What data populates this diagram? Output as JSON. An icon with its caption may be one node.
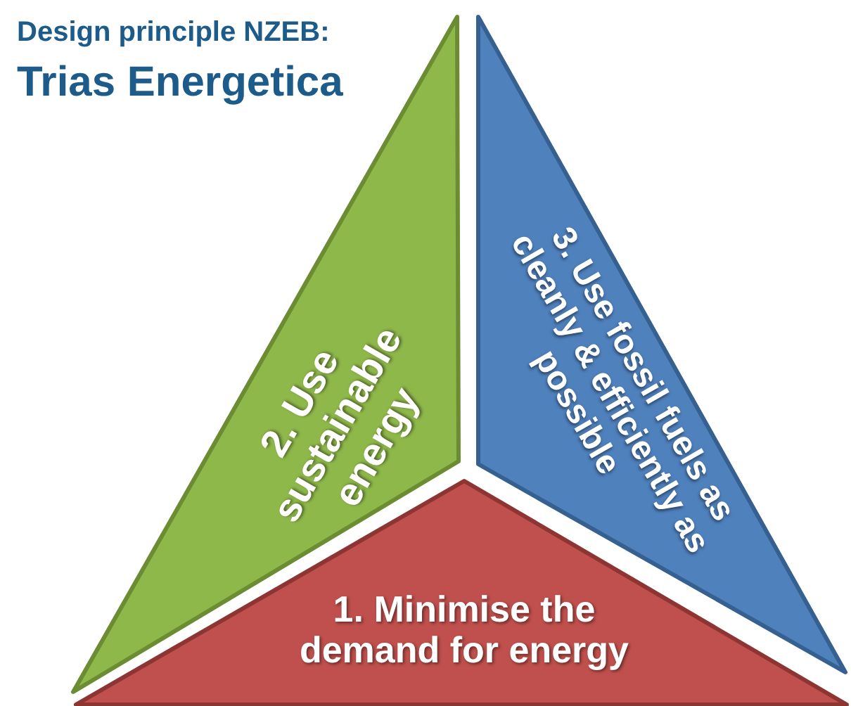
{
  "diagram": {
    "title": "Trias Energetica",
    "nodes": [
      {
        "text": [
          "2. Use sustainable energy"
        ]
      },
      {
        "text": [
          "3. Use fossil fuels as cleanly & efficiently as possible"
        ]
      },
      {
        "text": [
          "1. Minimise the demand for energy"
        ]
      }
    ],
    "labels": [
      "Design principle NZEB:"
    ]
  }
}
